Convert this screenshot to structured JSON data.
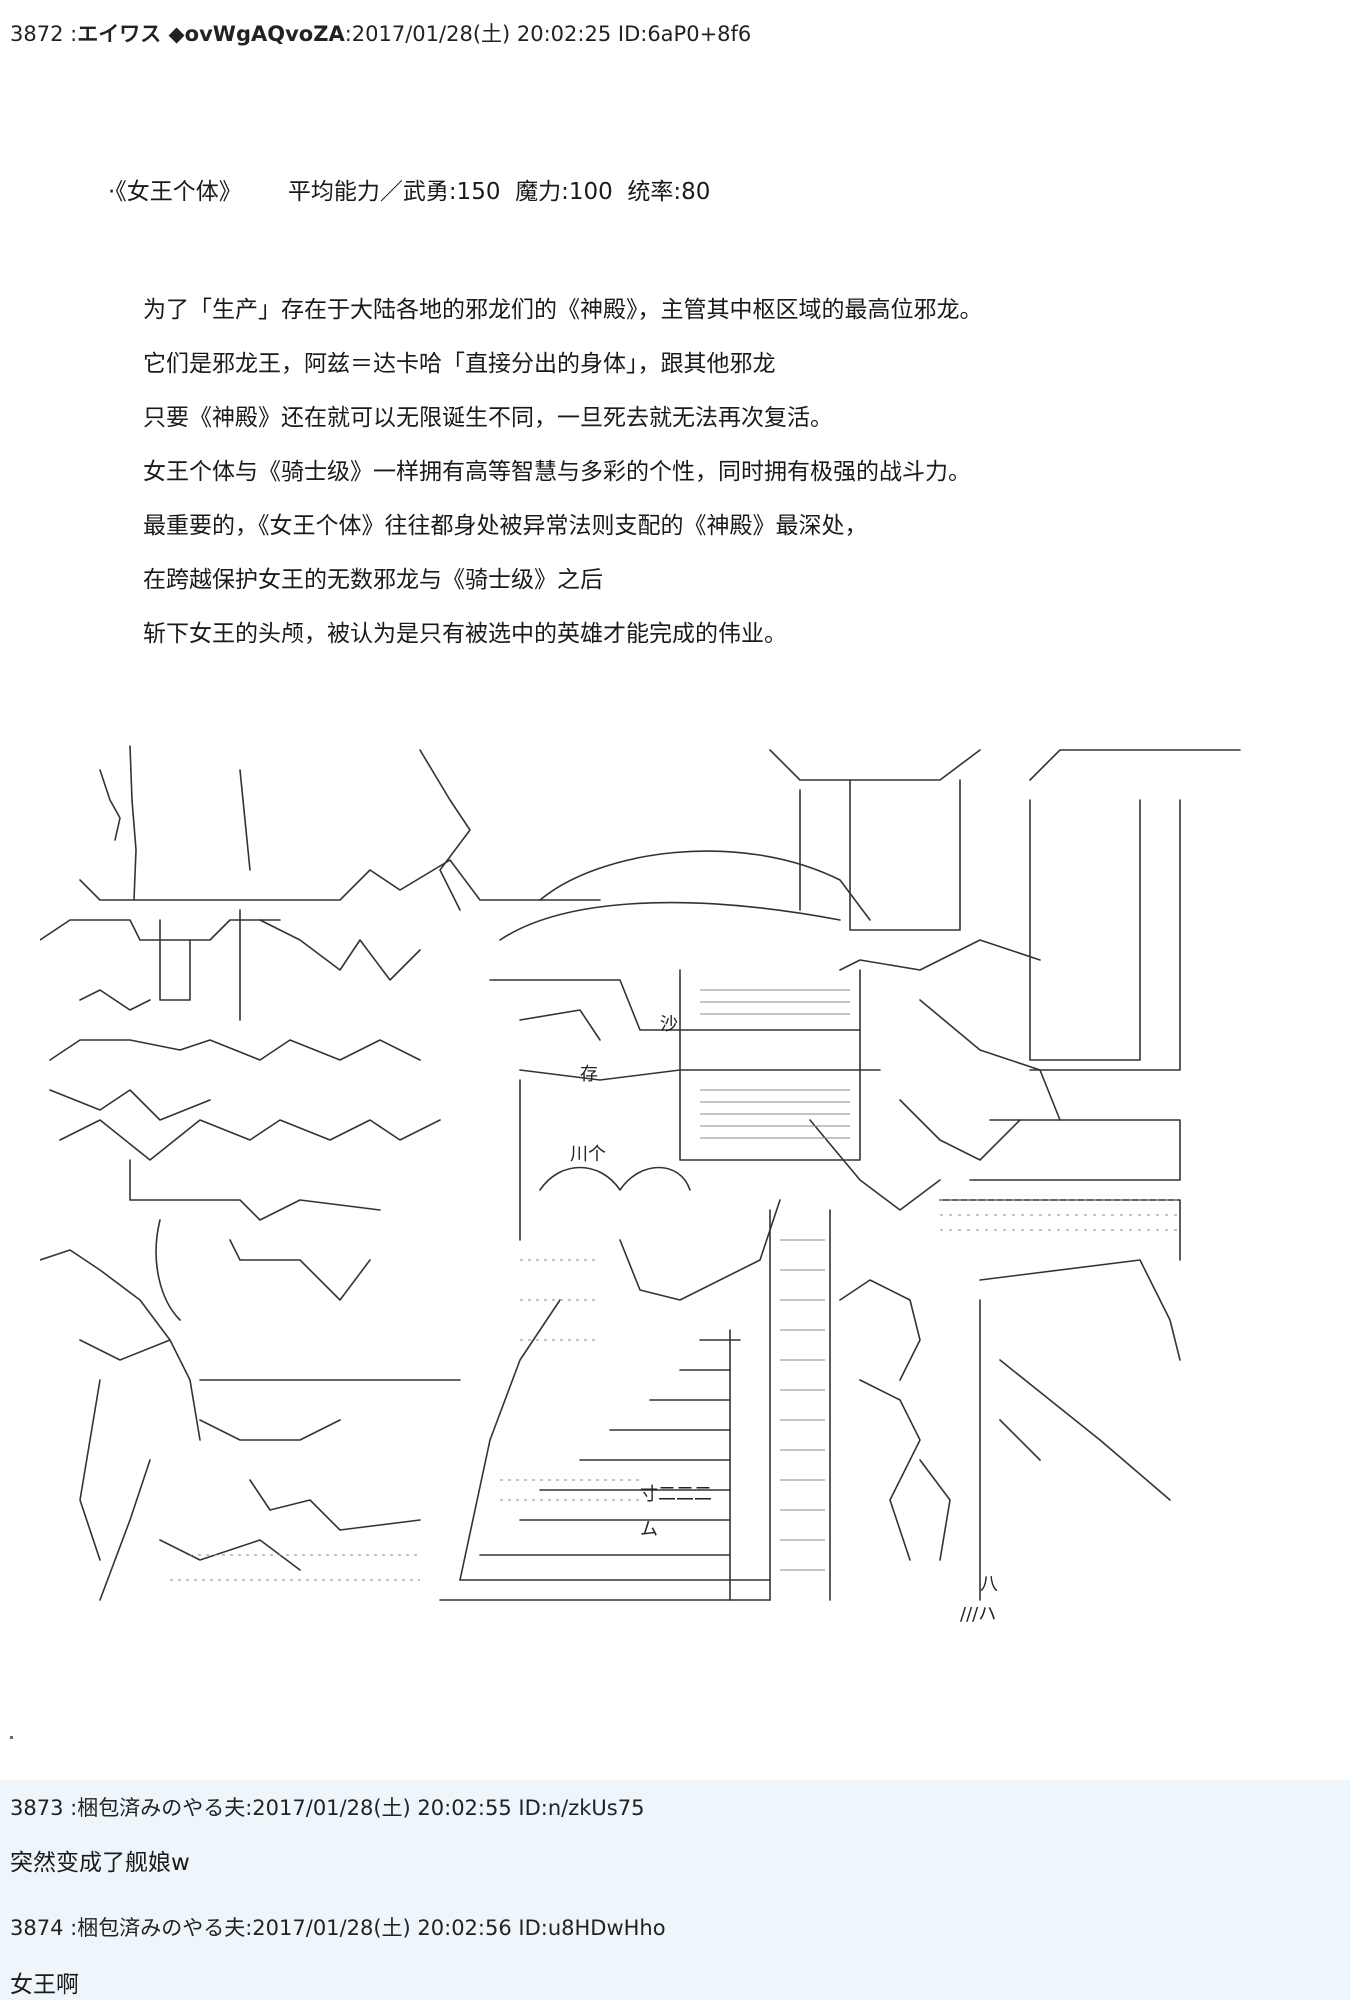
{
  "posts": [
    {
      "number": "3872",
      "separator": " :",
      "name": "エイワス ◆ovWgAQvoZA",
      "date": ":2017/01/28(土) 20:02:25",
      "id": " ID:6aP0+8f6",
      "stats": {
        "label": "·《女王个体》",
        "values": "平均能力／武勇:150  魔力:100  统率:80"
      },
      "paragraph": [
        "为了「生产」存在于大陆各地的邪龙们的《神殿》，主管其中枢区域的最高位邪龙。",
        "它们是邪龙王，阿兹＝达卡哈「直接分出的身体」，跟其他邪龙",
        "只要《神殿》还在就可以无限诞生不同，一旦死去就无法再次复活。",
        "女王个体与《骑士级》一样拥有高等智慧与多彩的个性，同时拥有极强的战斗力。",
        "最重要的，《女王个体》往往都身处被异常法则支配的《神殿》最深处，",
        "在跨越保护女王的无数邪龙与《骑士级》之后",
        "斩下女王的头颅，被认为是只有被选中的英雄才能完成的伟业。"
      ],
      "art_text": [
        "川个",
        "存",
        "沙",
        "八",
        "ム",
        "寸二二二",
        "///ハ"
      ]
    },
    {
      "number": "3873",
      "separator": " :",
      "name": "梱包済みのやる夫",
      "date": ":2017/01/28(土) 20:02:55",
      "id": " ID:n/zkUs75",
      "body": "突然变成了舰娘w"
    },
    {
      "number": "3874",
      "separator": " :",
      "name": "梱包済みのやる夫",
      "date": ":2017/01/28(土) 20:02:56",
      "id": " ID:u8HDwHho",
      "body": "女王啊"
    }
  ],
  "colors": {
    "background": "#ffffff",
    "reply_background": "#eef6fb",
    "text": "#1a1a1a",
    "art_stroke": "#333333"
  }
}
